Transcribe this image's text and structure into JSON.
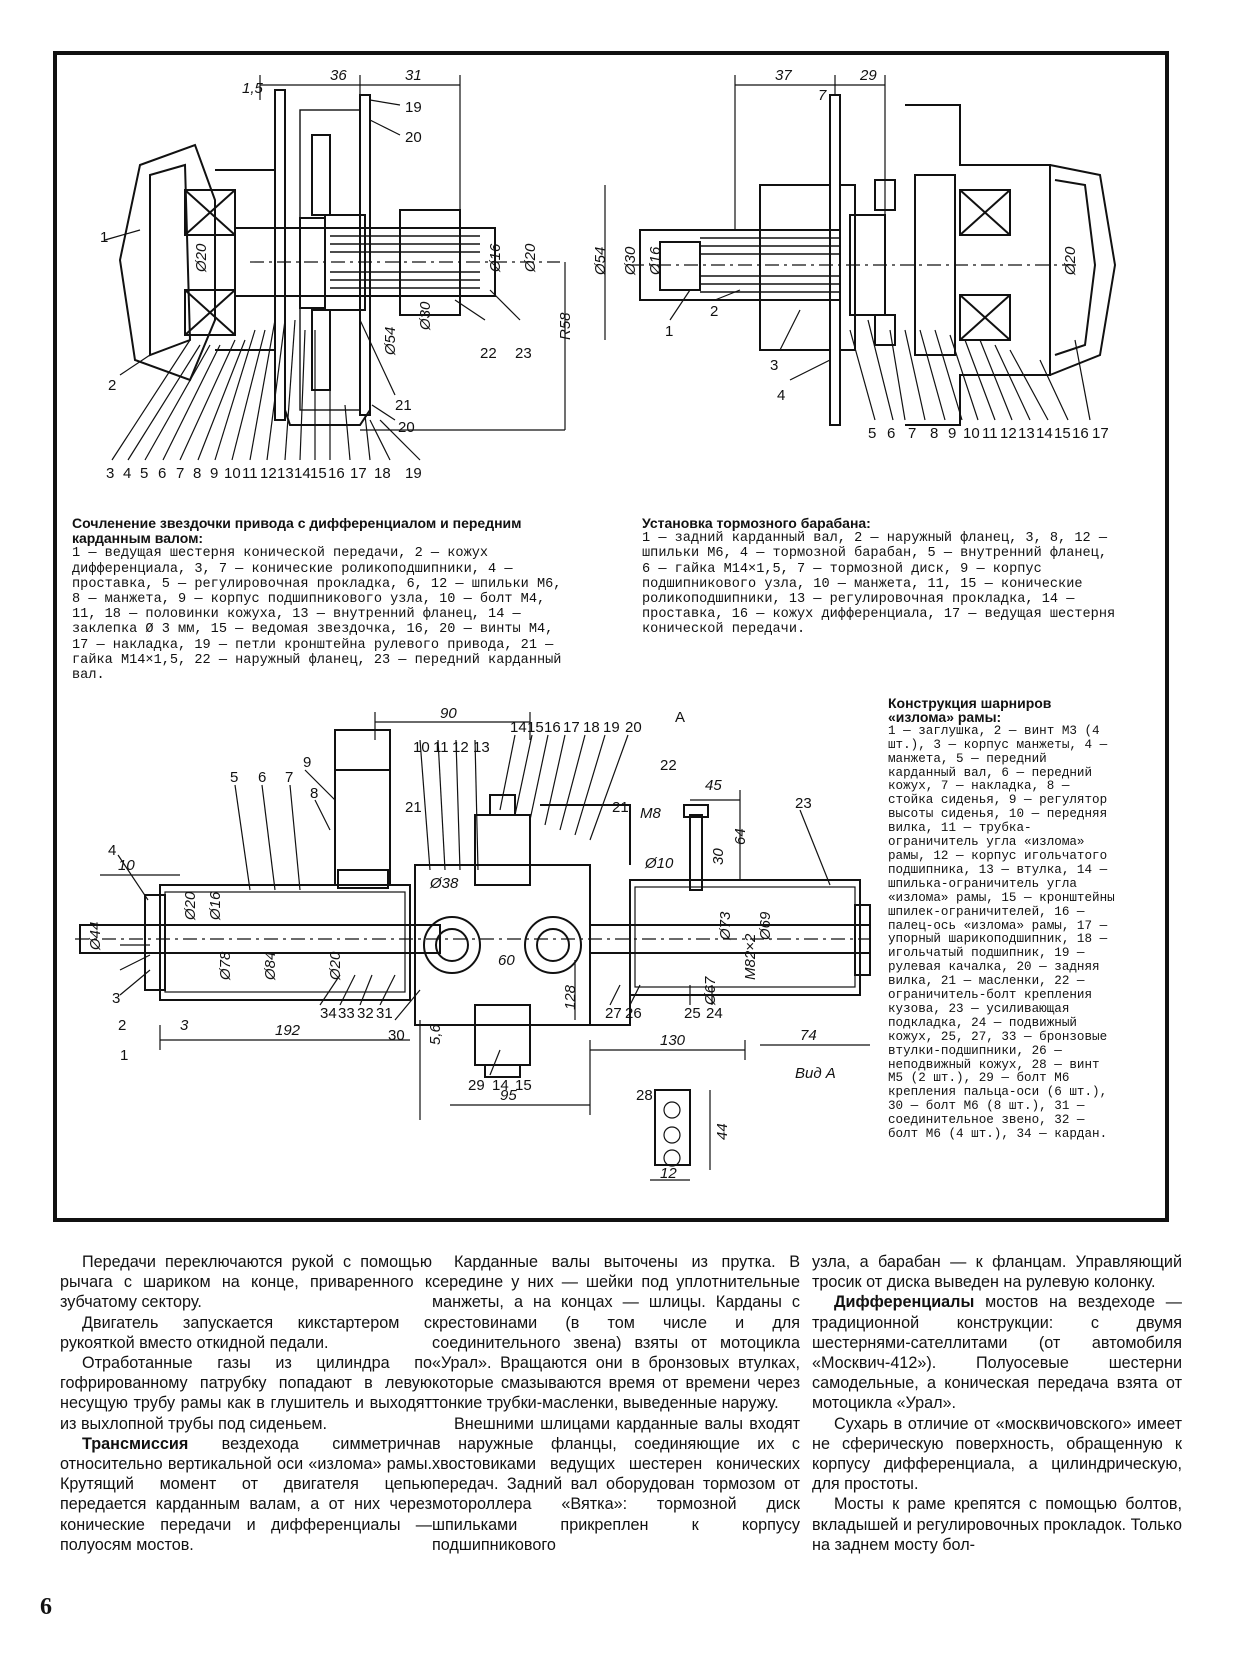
{
  "figure1": {
    "title": "Сочленение звездочки привода с дифференциалом и передним карданным валом:",
    "body": "1 — ведущая шестерня конической передачи, 2 — кожух дифференциала, 3, 7 — конические роликоподшипники, 4 — проставка, 5 — регулировочная прокладка, 6, 12 — шпильки М6, 8 — манжета, 9 — корпус подшипникового узла, 10 — болт М4, 11, 18 — половинки кожуха, 13 — внутренний фланец, 14 — заклепка Ø 3 мм, 15 — ведомая звездочка, 16, 20 — винты М4, 17 — накладка, 19 — петли кронштейна рулевого привода, 21 — гайка М14×1,5, 22 — наружный фланец, 23 — передний карданный вал.",
    "dims": [
      "1,5",
      "36",
      "31",
      "Ø20",
      "Ø16",
      "Ø20",
      "Ø30",
      "Ø54",
      "R58"
    ],
    "callouts": [
      "1",
      "2",
      "3",
      "4",
      "5",
      "6",
      "7",
      "8",
      "9",
      "10",
      "11",
      "12",
      "13",
      "14",
      "15",
      "16",
      "17",
      "18",
      "19",
      "19",
      "20",
      "20",
      "21",
      "22",
      "23"
    ]
  },
  "figure2": {
    "title": "Установка тормозного барабана:",
    "body": "1 — задний карданный вал, 2 — наружный фланец, 3, 8, 12 — шпильки М6, 4 — тормозной барабан, 5 — внутренний фланец, 6 — гайка М14×1,5, 7 — тормозной диск, 9 — корпус подшипникового узла, 10 — манжета, 11, 15 — конические роликоподшипники, 13 — регулировочная прокладка, 14 — проставка, 16 — кожух дифференциала, 17 — ведущая шестерня конической передачи.",
    "dims": [
      "37",
      "29",
      "7",
      "Ø54",
      "Ø30",
      "Ø16",
      "Ø20"
    ],
    "callouts": [
      "1",
      "2",
      "3",
      "4",
      "5",
      "6",
      "7",
      "8",
      "9",
      "10",
      "11",
      "12",
      "13",
      "14",
      "15",
      "16",
      "17"
    ]
  },
  "figure3": {
    "title": "Конструкция шарниров «излома» рамы:",
    "body": "1 — заглушка, 2 — винт М3 (4 шт.), 3 — корпус манжеты, 4 — манжета, 5 — передний карданный вал, 6 — передний кожух, 7 — накладка, 8 — стойка сиденья, 9 — регулятор высоты сиденья, 10 — передняя вилка, 11 — трубка-ограничитель угла «излома» рамы, 12 — корпус игольчатого подшипника, 13 — втулка, 14 — шпилька-ограничитель угла «излома» рамы, 15 — кронштейны шпилек-ограничителей, 16 — палец-ось «излома» рамы, 17 — упорный шарикоподшипник, 18 — игольчатый подшипник, 19 — рулевая качалка, 20 — задняя вилка, 21 — масленки, 22 — ограничитель-болт крепления кузова, 23 — усиливающая подкладка, 24 — подвижный кожух, 25, 27, 33 — бронзовые втулки-подшипники, 26 — неподвижный кожух, 28 — винт М5 (2 шт.), 29 — болт М6 крепления пальца-оси (6 шт.), 30 — болт М6 (8 шт.), 31 — соединительное звено, 32 — болт М6 (4 шт.), 34 — кардан.",
    "dims": [
      "90",
      "10",
      "Ø44",
      "Ø20",
      "Ø16",
      "Ø78",
      "Ø84",
      "Ø20",
      "Ø38",
      "60",
      "3",
      "192",
      "5,6",
      "128",
      "130",
      "95",
      "74",
      "45",
      "М8",
      "Ø10",
      "30",
      "64",
      "Ø73",
      "Ø67",
      "Ø69",
      "М82×2",
      "44",
      "12"
    ],
    "view_label": "Вид А",
    "section_mark": "А",
    "callouts_top": [
      "14",
      "15",
      "16",
      "17",
      "18",
      "19",
      "20"
    ],
    "callouts_mid": [
      "10",
      "11",
      "12",
      "13"
    ],
    "callouts_bottom": [
      "34",
      "33",
      "32",
      "31",
      "30",
      "29",
      "14",
      "15",
      "27",
      "26",
      "25",
      "24"
    ],
    "callouts_left": [
      "1",
      "2",
      "3",
      "4",
      "5",
      "6",
      "7",
      "8",
      "9",
      "21",
      "21",
      "22",
      "23",
      "28"
    ]
  },
  "article": {
    "col1": [
      "Передачи переключаются рукой с помощью рычага с шариком на конце, приваренного к зубчатому сектору.",
      "Двигатель запускается кикстартером с рукояткой вместо откидной педали.",
      "Отработанные газы из цилиндра по гофрированному патрубку попадают в левую несущую трубу рамы как в глушитель и выходят из выхлопной трубы под сиденьем."
    ],
    "col1_bold": "Трансмиссия",
    "col1_last": " вездехода симметрична относительно вертикальной оси «излома» рамы. Крутящий момент от двигателя цепью передается карданным валам, а от них через конические передачи и дифференциалы — полуосям мостов.",
    "col2": [
      "Карданные валы выточены из прутка. В середине у них — шейки под уплотнительные манжеты, а на концах — шлицы. Карданы с крестовинами (в том числе и для соединительного звена) взяты от мотоцикла «Урал». Вращаются они в бронзовых втулках, которые смазываются время от времени через тонкие трубки-масленки, выведенные наружу.",
      "Внешними шлицами карданные валы входят в наружные фланцы, соединяющие их с хвостовиками ведущих шестерен конических передач. Задний вал оборудован тормозом от мотороллера «Вятка»: тормозной диск шпильками прикреплен к корпусу подшипникового"
    ],
    "col3_first": "узла, а барабан — к фланцам. Управляющий тросик от диска выведен на рулевую колонку.",
    "col3_bold": "Дифференциалы",
    "col3_boldrest": " мостов на вездеходе — традиционной конструкции: с двумя шестернями-сателлитами (от автомобиля «Москвич-412»). Полуосевые шестерни самодельные, а коническая передача взята от мотоцикла «Урал».",
    "col3": [
      "Сухарь в отличие от «москвичовского» имеет не сферическую поверхность, обращенную к корпусу дифференциала, а цилиндрическую, для простоты.",
      "Мосты к раме крепятся с помощью болтов, вкладышей и регулировочных прокладок. Только на заднем мосту бол-"
    ]
  },
  "page_number": "6",
  "colors": {
    "ink": "#111111",
    "paper": "#ffffff"
  }
}
